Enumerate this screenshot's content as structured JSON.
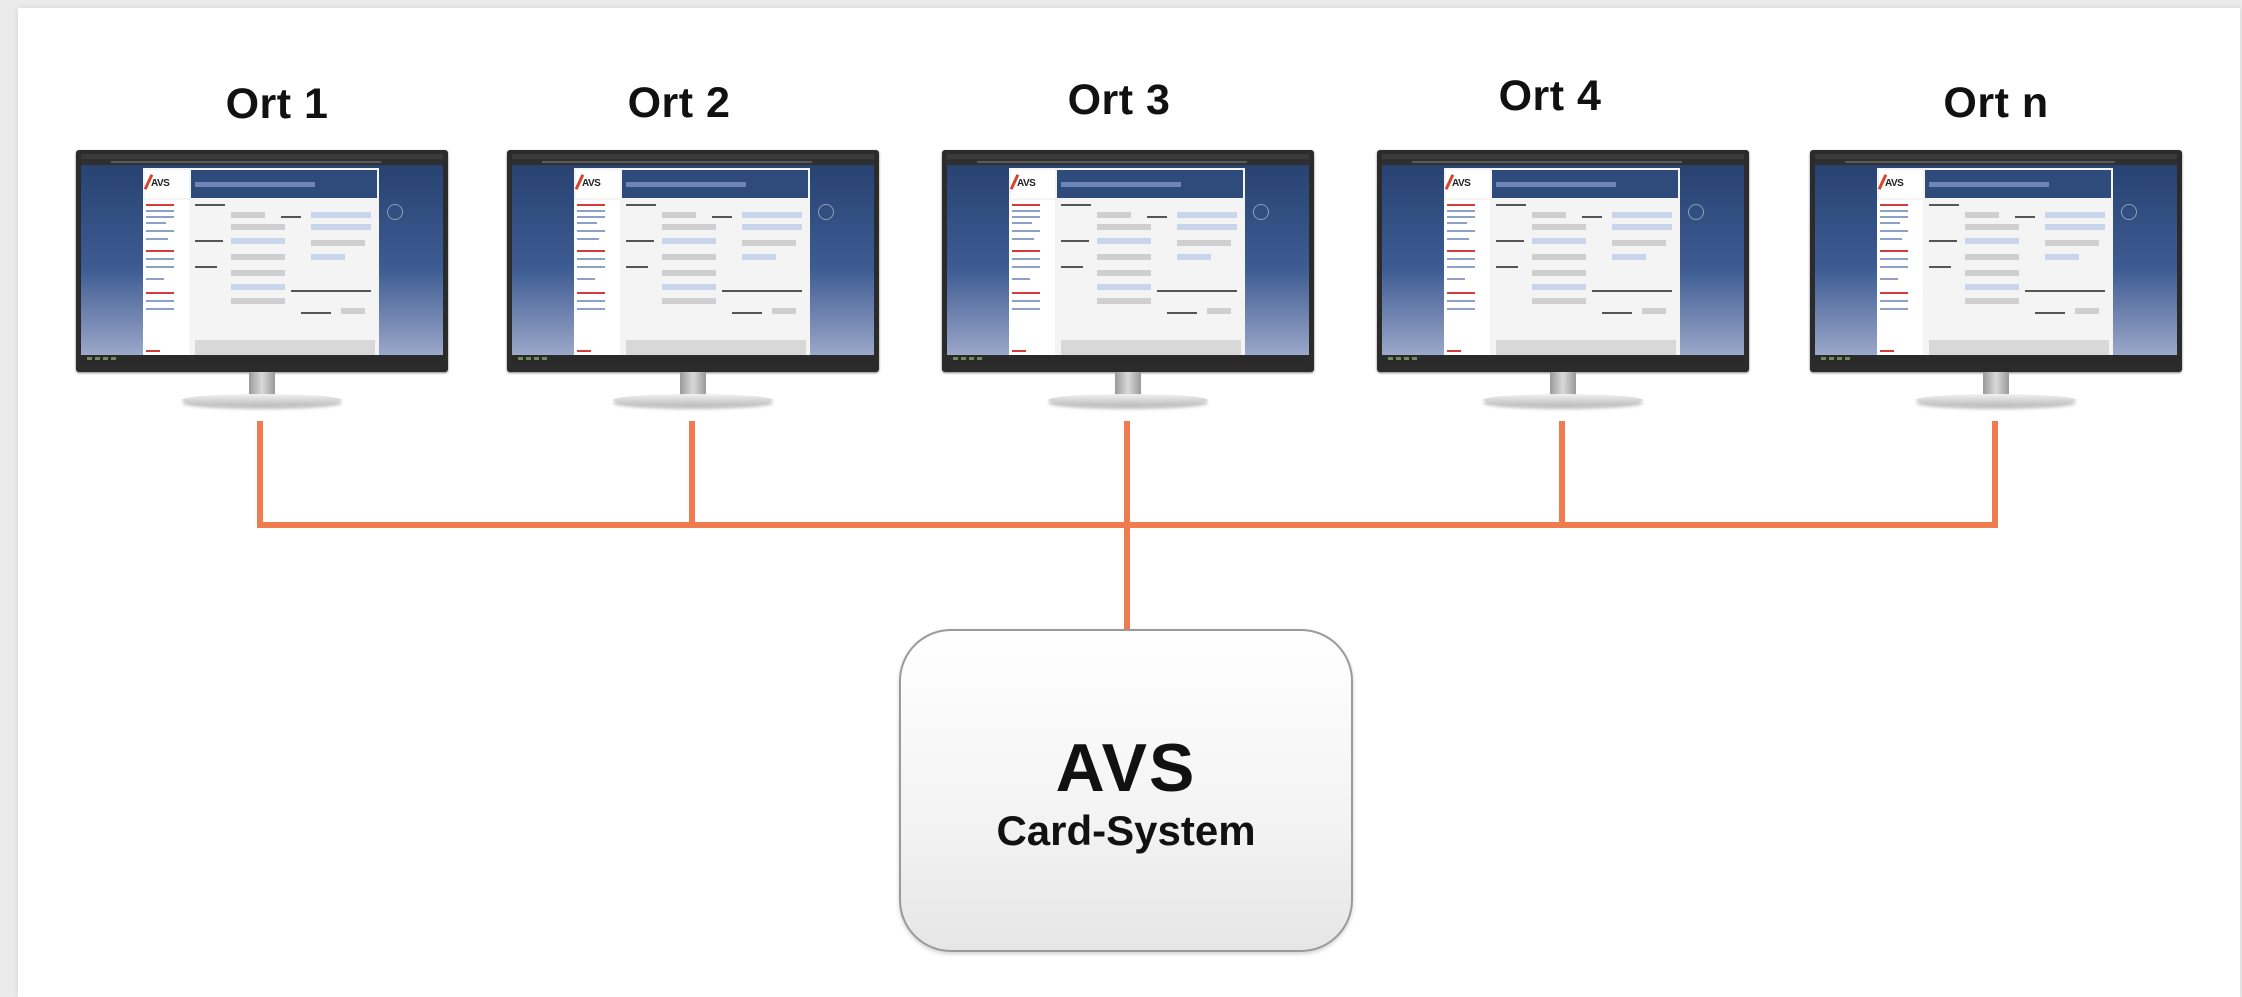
{
  "diagram": {
    "sites": [
      {
        "label": "Ort 1"
      },
      {
        "label": "Ort 2"
      },
      {
        "label": "Ort 3"
      },
      {
        "label": "Ort 4"
      },
      {
        "label": "Ort n"
      }
    ],
    "central_system": {
      "title": "AVS",
      "subtitle": "Card-System"
    },
    "screen_logo_text": "AVS",
    "colors": {
      "connector": "#ef7b4f",
      "screen_background": "#2f4b7c",
      "box_border": "#9a9a9a"
    }
  }
}
